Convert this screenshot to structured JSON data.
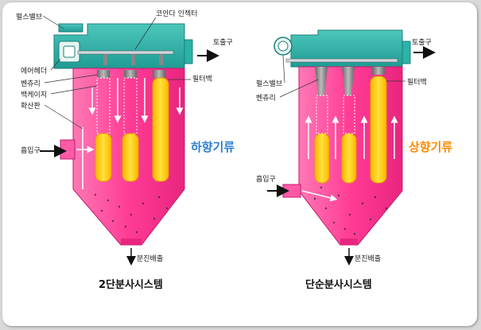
{
  "colors": {
    "header_teal": "#2bb3a8",
    "body_pink": "#ff3c95",
    "bag_yellow": "#ffd21a",
    "downflow_blue": "#2f7fd0",
    "upflow_orange": "#ff8a00"
  },
  "left": {
    "labels": {
      "pulse_valve": "펄스밸브",
      "coanda_injector": "코안다 인젝터",
      "outlet": "토출구",
      "air_header": "에어헤더",
      "venturi": "벤츄리",
      "bag_cage": "백케이지",
      "diffuser_plate": "확산판",
      "filter_bag": "필터백",
      "inlet": "흡입구",
      "dust_discharge": "분진배출"
    },
    "flow_title": "하향기류",
    "caption": "2단분사시스템"
  },
  "right": {
    "labels": {
      "outlet": "토출구",
      "pulse_valve": "펄스밸브",
      "venturi": "벤츄리",
      "filter_bag": "필터백",
      "inlet": "흡입구",
      "dust_discharge": "분진배출"
    },
    "flow_title": "상향기류",
    "caption": "단순분사시스템"
  }
}
